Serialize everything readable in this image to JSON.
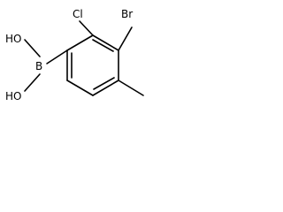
{
  "molecule": {
    "atoms": {
      "br": "Br",
      "cl": "Cl",
      "b": "B",
      "oh_top": "HO",
      "oh_bottom": "HO"
    }
  }
}
